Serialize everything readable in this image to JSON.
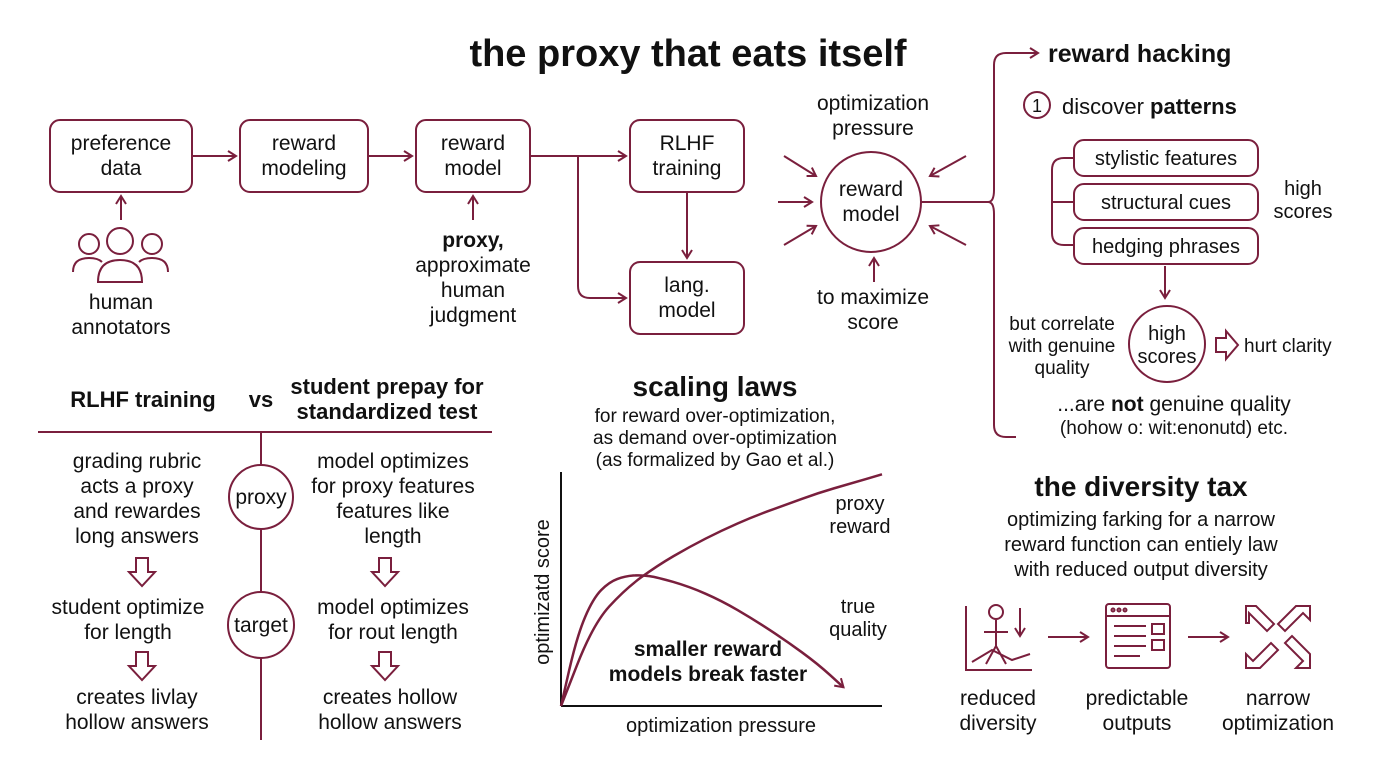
{
  "title": "the proxy that eats itself",
  "colors": {
    "accent": "#7a1f3d",
    "text": "#111111",
    "background": "#ffffff"
  },
  "pipeline": {
    "preference_data": [
      "preference",
      "data"
    ],
    "reward_modeling": [
      "reward",
      "modeling"
    ],
    "reward_model": [
      "reward",
      "model"
    ],
    "rlhf_training": [
      "RLHF",
      "training"
    ],
    "lang_model": [
      "lang.",
      "model"
    ],
    "human_annotators": [
      "human",
      "annotators"
    ],
    "proxy_note_bold": "proxy,",
    "proxy_note": [
      "approximate",
      "human",
      "judgment"
    ]
  },
  "pressure": {
    "top": [
      "optimization",
      "pressure"
    ],
    "center": [
      "reward",
      "model"
    ],
    "bottom": [
      "to maximize",
      "score"
    ]
  },
  "hacking": {
    "title": "reward hacking",
    "step_number": "1",
    "step_text": "discover ",
    "step_bold": "patterns",
    "features": [
      "stylistic features",
      "structural cues",
      "hedging phrases"
    ],
    "high_scores_label": [
      "high",
      "scores"
    ],
    "correlate": [
      "but correlate",
      "with genuine",
      "quality"
    ],
    "circle": [
      "high",
      "scores"
    ],
    "hurt": "hurt clarity",
    "not_prefix": "...are ",
    "not_bold": "not",
    "not_suffix": " genuine quality",
    "etc": "(hohow o: wit:enonutd) etc."
  },
  "comparison": {
    "left_header": "RLHF training",
    "vs": "vs",
    "right_header": [
      "student prepay for",
      "standardized test"
    ],
    "proxy_node": "proxy",
    "target_node": "target",
    "left_texts": [
      [
        "grading rubric",
        "acts a proxy",
        "and rewardes",
        "long answers"
      ],
      [
        "student optimize",
        "for length"
      ],
      [
        "creates livlay",
        "hollow answers"
      ]
    ],
    "right_texts": [
      [
        "model optimizes",
        "for proxy features",
        "features like",
        "length"
      ],
      [
        "model optimizes",
        "for rout length"
      ],
      [
        "creates hollow",
        "hollow answers"
      ]
    ]
  },
  "scaling": {
    "title": "scaling laws",
    "subtitle": [
      "for reward over-optimization,",
      "as demand over-optimization",
      "(as formalized by Gao et al.)"
    ],
    "note": [
      "smaller reward",
      "models break faster"
    ]
  },
  "chart_data": {
    "type": "line",
    "xlabel": "optimization pressure",
    "ylabel": "optimizatd score",
    "series": [
      {
        "name": "proxy reward",
        "points": [
          [
            0,
            0
          ],
          [
            0.1,
            0.35
          ],
          [
            0.2,
            0.5
          ],
          [
            0.3,
            0.6
          ],
          [
            0.4,
            0.68
          ],
          [
            0.5,
            0.75
          ],
          [
            0.6,
            0.81
          ],
          [
            0.7,
            0.86
          ],
          [
            0.8,
            0.91
          ],
          [
            0.9,
            0.95
          ],
          [
            1.0,
            0.99
          ]
        ]
      },
      {
        "name": "true quality",
        "points": [
          [
            0,
            0
          ],
          [
            0.05,
            0.3
          ],
          [
            0.1,
            0.46
          ],
          [
            0.15,
            0.53
          ],
          [
            0.2,
            0.555
          ],
          [
            0.25,
            0.56
          ],
          [
            0.3,
            0.55
          ],
          [
            0.4,
            0.51
          ],
          [
            0.5,
            0.45
          ],
          [
            0.6,
            0.37
          ],
          [
            0.7,
            0.28
          ],
          [
            0.8,
            0.18
          ],
          [
            0.88,
            0.08
          ]
        ]
      }
    ],
    "series_labels": {
      "proxy": [
        "proxy",
        "reward"
      ],
      "true": [
        "true",
        "quality"
      ]
    }
  },
  "diversity": {
    "title": "the diversity tax",
    "subtitle": [
      "optimizing farking for a narrow",
      "reward function can entiely law",
      "with reduced output diversity"
    ],
    "items": [
      {
        "label": [
          "reduced",
          "diversity"
        ]
      },
      {
        "label": [
          "predictable",
          "outputs"
        ]
      },
      {
        "label": [
          "narrow",
          "optimization"
        ]
      }
    ]
  }
}
